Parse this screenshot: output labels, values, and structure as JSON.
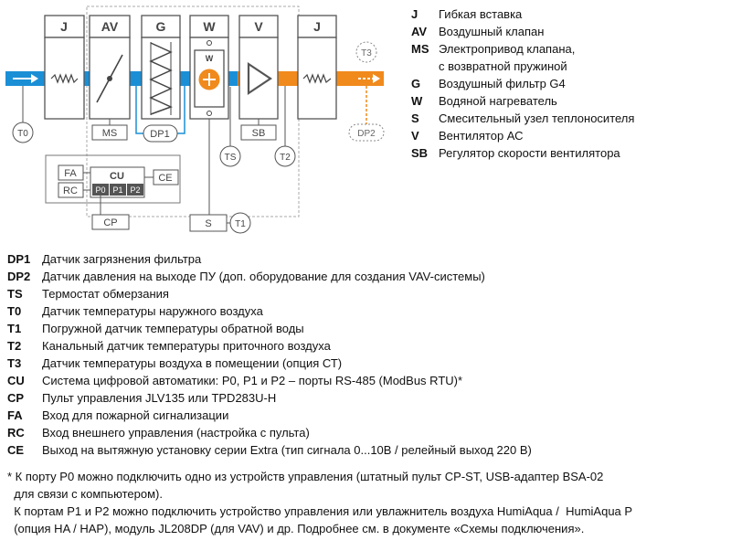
{
  "diagram": {
    "blocks": {
      "j1": "J",
      "av": "AV",
      "g": "G",
      "w": "W",
      "v": "V",
      "j2": "J",
      "w_inner": "W",
      "ms": "MS",
      "dp1": "DP1",
      "sb": "SB",
      "ts": "TS",
      "t0": "T0",
      "t2": "T2",
      "t3": "T3",
      "dp2": "DP2",
      "s": "S",
      "t1": "T1",
      "fa": "FA",
      "rc": "RC",
      "cu": "CU",
      "ce": "CE",
      "p0": "P0",
      "p1": "P1",
      "p2": "P2",
      "cp": "CP"
    },
    "colors": {
      "intake": "#1b8fd6",
      "supply": "#f08a1c",
      "frame": "#555555",
      "dashed": "#999999"
    }
  },
  "legend_top": [
    {
      "code": "J",
      "text": "Гибкая вставка"
    },
    {
      "code": "AV",
      "text": "Воздушный клапан"
    },
    {
      "code": "MS",
      "text": "Электропривод клапана,"
    },
    {
      "code": "",
      "text": "с возвратной пружиной"
    },
    {
      "code": "G",
      "text": "Воздушный фильтр G4"
    },
    {
      "code": "W",
      "text": "Водяной нагреватель"
    },
    {
      "code": "S",
      "text": "Смесительный узел теплоносителя"
    },
    {
      "code": "V",
      "text": "Вентилятор АС"
    },
    {
      "code": "SB",
      "text": "Регулятор скорости вентилятора"
    }
  ],
  "legend_bottom": [
    {
      "code": "DP1",
      "text": "Датчик загрязнения фильтра"
    },
    {
      "code": "DP2",
      "text": "Датчик давления на выходе ПУ (доп. оборудование для создания VAV-системы)"
    },
    {
      "code": "TS",
      "text": "Термостат обмерзания"
    },
    {
      "code": "T0",
      "text": "Датчик температуры наружного воздуха"
    },
    {
      "code": "T1",
      "text": "Погружной датчик температуры обратной воды"
    },
    {
      "code": "T2",
      "text": "Канальный датчик температуры приточного воздуха"
    },
    {
      "code": "T3",
      "text": "Датчик температуры воздуха в помещении (опция СТ)"
    },
    {
      "code": "CU",
      "text": "Система цифровой автоматики: P0, P1 и P2 – порты RS-485 (ModBus RTU)*"
    },
    {
      "code": "CP",
      "text": "Пульт управления JLV135 или TPD283U-H"
    },
    {
      "code": "FA",
      "text": "Вход для пожарной сигнализации"
    },
    {
      "code": "RC",
      "text": "Вход внешнего управления (настройка с пульта)"
    },
    {
      "code": "CE",
      "text": "Выход на вытяжную установку серии Extra (тип сигнала 0...10В / релейный выход 220 В)"
    }
  ],
  "footnote": "* К порту P0 можно подключить одно из устройств управления (штатный пульт CP-ST, USB-адаптер BSA-02\n  для связи с компьютером).\n  К портам P1 и P2 можно подключить устройство управления или увлажнитель воздуха HumiAqua /  HumiAqua P\n  (опция HA / HAP), модуль JL208DP (для VAV) и др. Подробнее см. в документе «Схемы подключения»."
}
